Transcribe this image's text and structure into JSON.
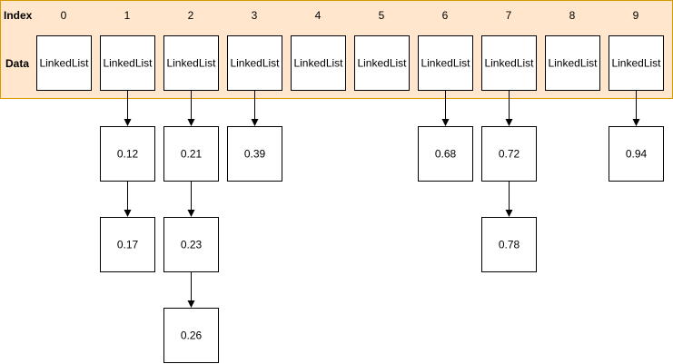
{
  "colors": {
    "panel_fill": "#ffe6cc",
    "panel_border": "#d79b00",
    "box_fill": "#ffffff",
    "box_border": "#000000",
    "arrow": "#000000"
  },
  "header": {
    "index_label": "Index",
    "data_label": "Data"
  },
  "buckets": [
    {
      "index": "0",
      "label": "LinkedList",
      "chain": []
    },
    {
      "index": "1",
      "label": "LinkedList",
      "chain": [
        "0.12",
        "0.17"
      ]
    },
    {
      "index": "2",
      "label": "LinkedList",
      "chain": [
        "0.21",
        "0.23",
        "0.26"
      ]
    },
    {
      "index": "3",
      "label": "LinkedList",
      "chain": [
        "0.39"
      ]
    },
    {
      "index": "4",
      "label": "LinkedList",
      "chain": []
    },
    {
      "index": "5",
      "label": "LinkedList",
      "chain": []
    },
    {
      "index": "6",
      "label": "LinkedList",
      "chain": [
        "0.68"
      ]
    },
    {
      "index": "7",
      "label": "LinkedList",
      "chain": [
        "0.72",
        "0.78"
      ]
    },
    {
      "index": "8",
      "label": "LinkedList",
      "chain": []
    },
    {
      "index": "9",
      "label": "LinkedList",
      "chain": [
        "0.94"
      ]
    }
  ]
}
